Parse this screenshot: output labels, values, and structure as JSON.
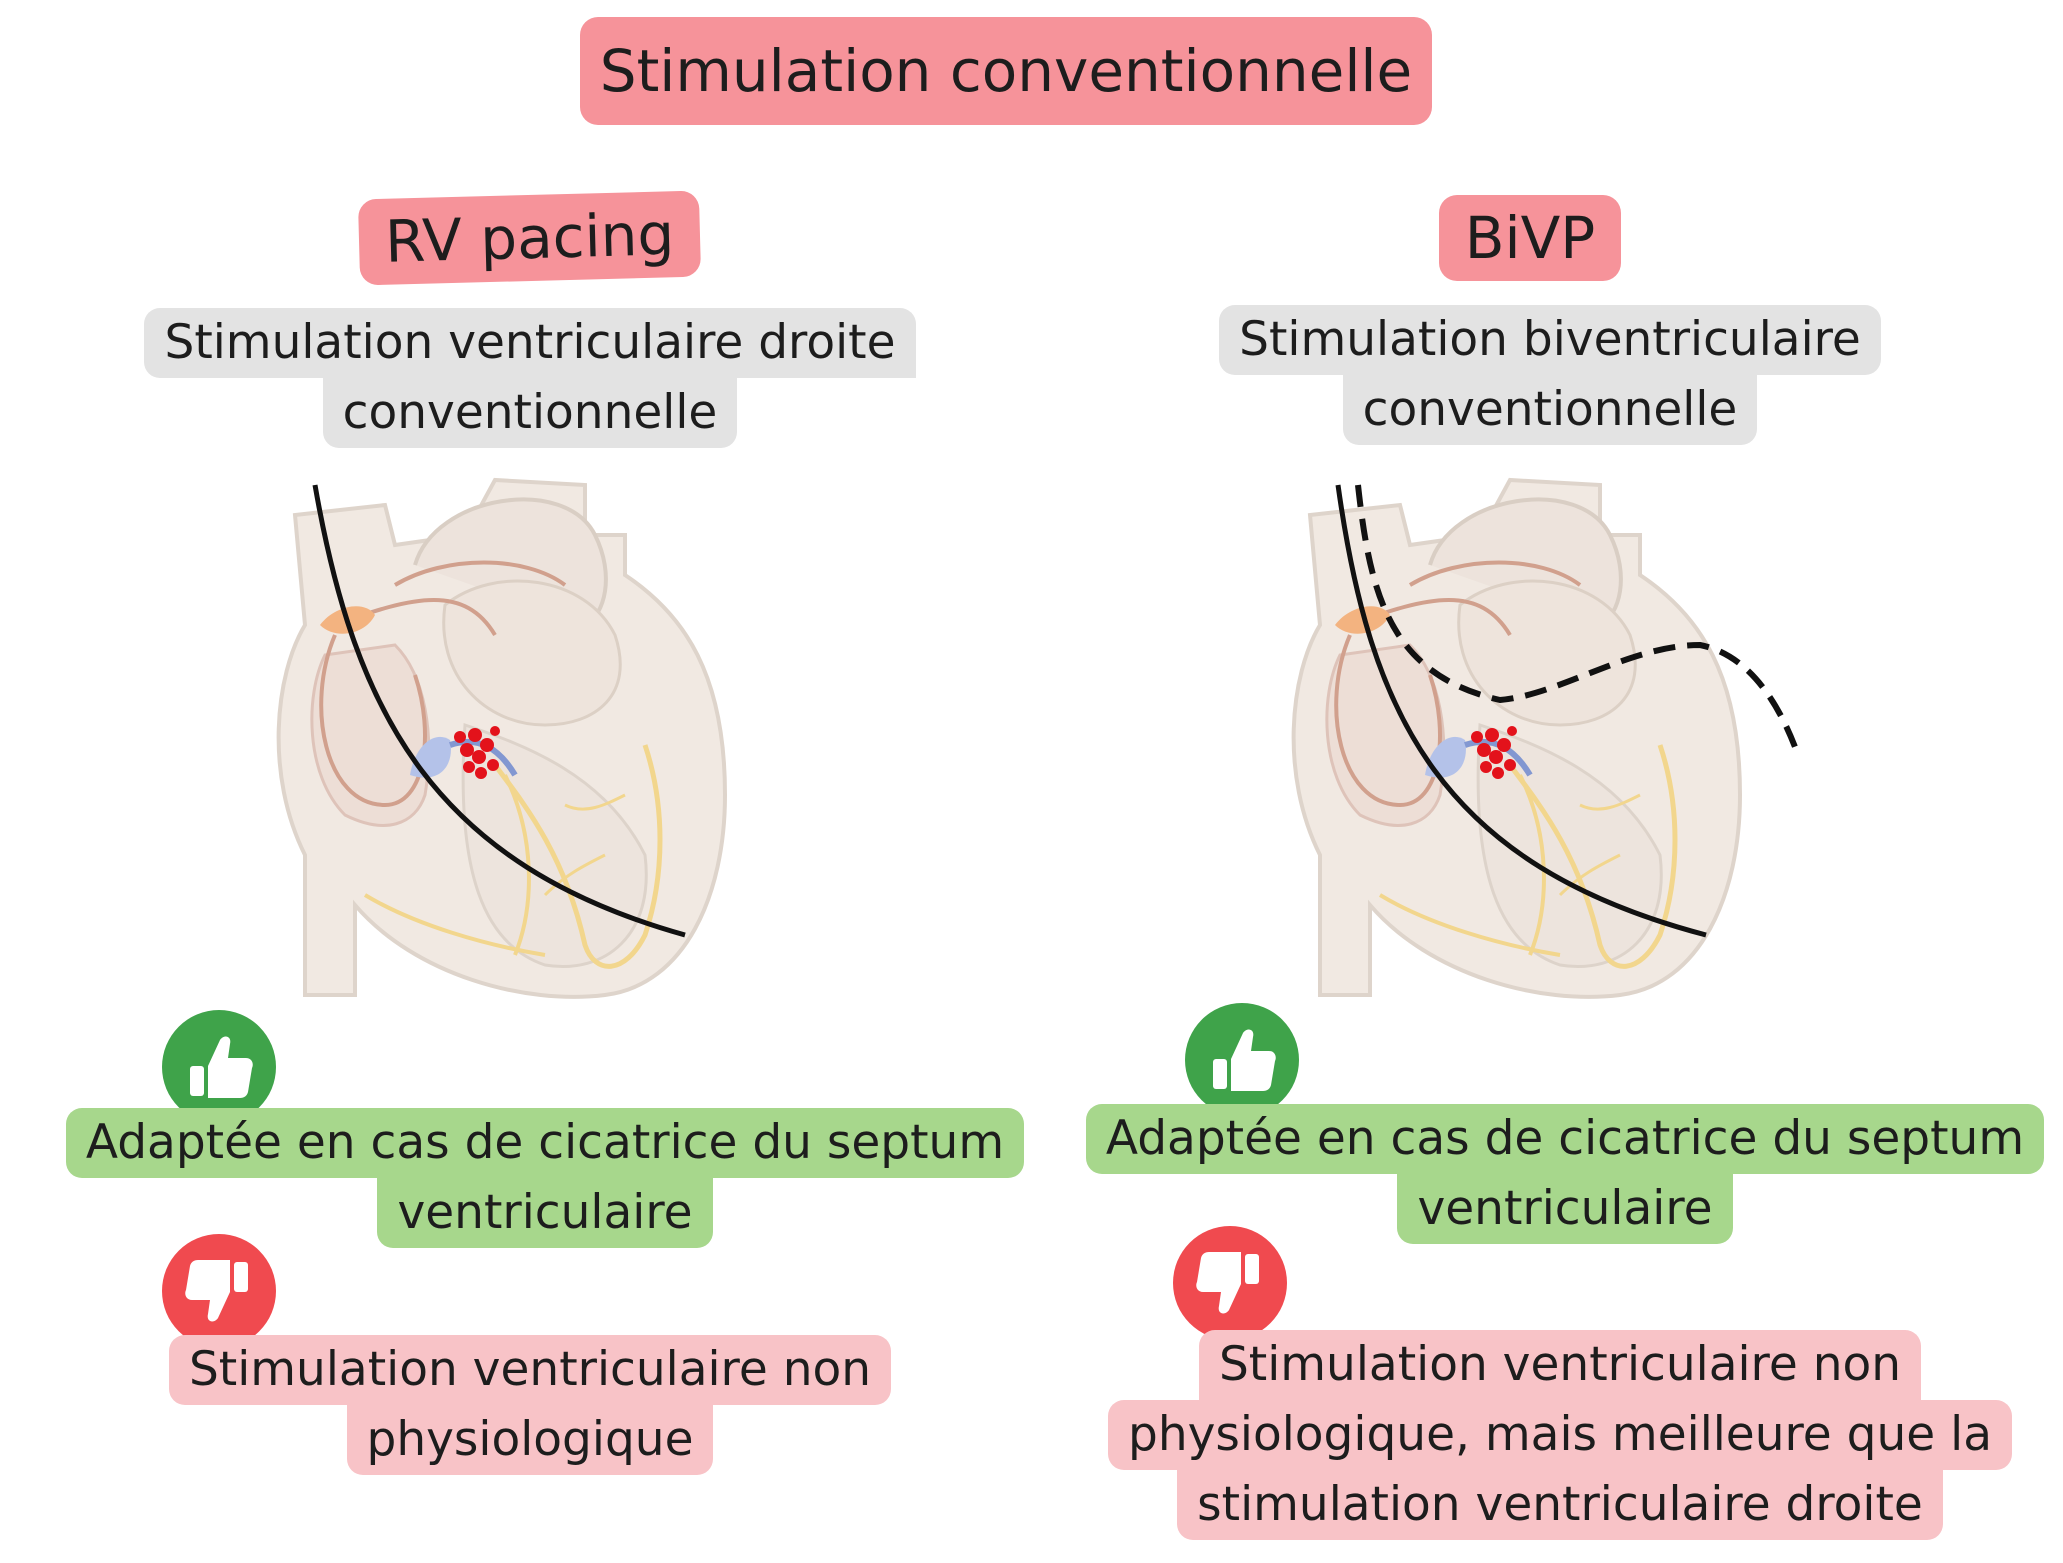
{
  "title": "Stimulation conventionnelle",
  "left": {
    "heading": "RV pacing",
    "description_lines": [
      "Stimulation ventriculaire droite",
      "conventionnelle"
    ],
    "pro_icon": "thumbs-up-icon",
    "pro_lines": [
      "Adaptée en cas de cicatrice du septum",
      "ventriculaire"
    ],
    "con_icon": "thumbs-down-icon",
    "con_lines": [
      "Stimulation ventriculaire non",
      "physiologique"
    ]
  },
  "right": {
    "heading": "BiVP",
    "description_lines": [
      "Stimulation biventriculaire",
      "conventionnelle"
    ],
    "pro_icon": "thumbs-up-icon",
    "pro_lines": [
      "Adaptée en cas de cicatrice du septum",
      "ventriculaire"
    ],
    "con_icon": "thumbs-down-icon",
    "con_lines": [
      "Stimulation ventriculaire non",
      "physiologique, mais meilleure que la",
      "stimulation ventriculaire droite"
    ]
  },
  "colors": {
    "title_bg": "#f6939a",
    "description_bg": "#e3e3e3",
    "pro_bg": "#a7d78c",
    "con_bg": "#f8c3c7",
    "pro_icon_bg": "#3fa34a",
    "con_icon_bg": "#f04a4f"
  }
}
